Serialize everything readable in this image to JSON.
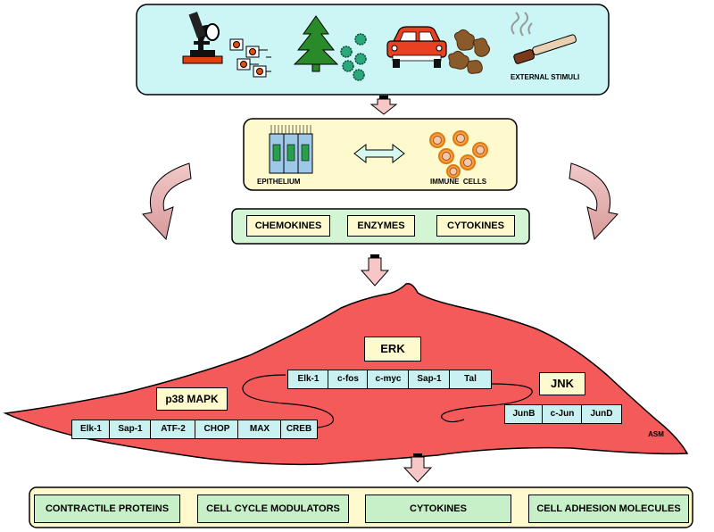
{
  "stimuli": {
    "label": "EXTERNAL STIMULI"
  },
  "cells": {
    "left_label": "EPITHELIUM",
    "right_label": "IMMUNE  CELLS"
  },
  "mediators": [
    "CHEMOKINES",
    "ENZYMES",
    "CYTOKINES"
  ],
  "cell_label": "ASM",
  "kinases": {
    "erk": {
      "name": "ERK",
      "factors": [
        "Elk-1",
        "c-fos",
        "c-myc",
        "Sap-1",
        "Tal"
      ]
    },
    "p38": {
      "name": "p38 MAPK",
      "factors": [
        "Elk-1",
        "Sap-1",
        "ATF-2",
        "CHOP",
        "MAX",
        "CREB"
      ]
    },
    "jnk": {
      "name": "JNK",
      "factors": [
        "JunB",
        "c-Jun",
        "JunD"
      ]
    }
  },
  "outputs": [
    "CONTRACTILE PROTEINS",
    "CELL CYCLE MODULATORS",
    "CYTOKINES",
    "CELL ADHESION MOLECULES"
  ],
  "colors": {
    "stimuli_bg": "#ccf5f5",
    "cells_bg": "#fffacd",
    "mediators_bg": "#d4f5d4",
    "cell_fill": "#f45a5a",
    "factor_bg": "#c9f1f1",
    "output_bg": "#c8f0c8",
    "arrow": "#f7c6c6"
  }
}
